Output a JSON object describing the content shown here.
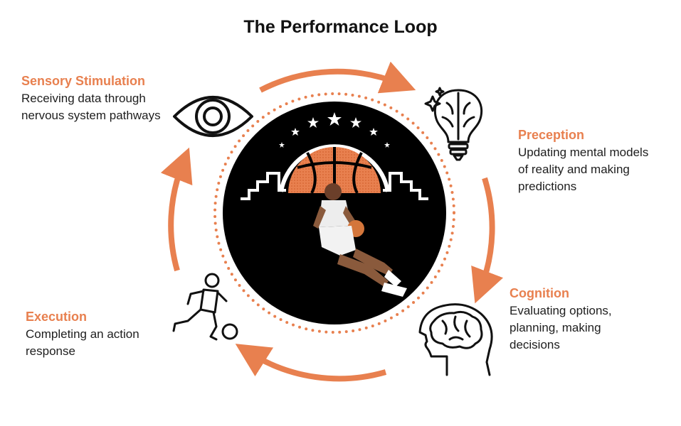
{
  "title": "The Performance Loop",
  "colors": {
    "accent": "#e8804f",
    "heading": "#e8804f",
    "text": "#1e1e1e",
    "circle": "#000000"
  },
  "stages": [
    {
      "heading": "Sensory Stimulation",
      "description": "Receiving data through nervous system pathways",
      "icon": "eye-icon"
    },
    {
      "heading": "Preception",
      "description": "Updating mental models of reality and making predictions",
      "icon": "lightbulb-brain-icon"
    },
    {
      "heading": "Cognition",
      "description": "Evaluating options, planning, making decisions",
      "icon": "head-brain-icon"
    },
    {
      "heading": "Execution",
      "description": "Completing an action response",
      "icon": "soccer-player-icon"
    }
  ]
}
